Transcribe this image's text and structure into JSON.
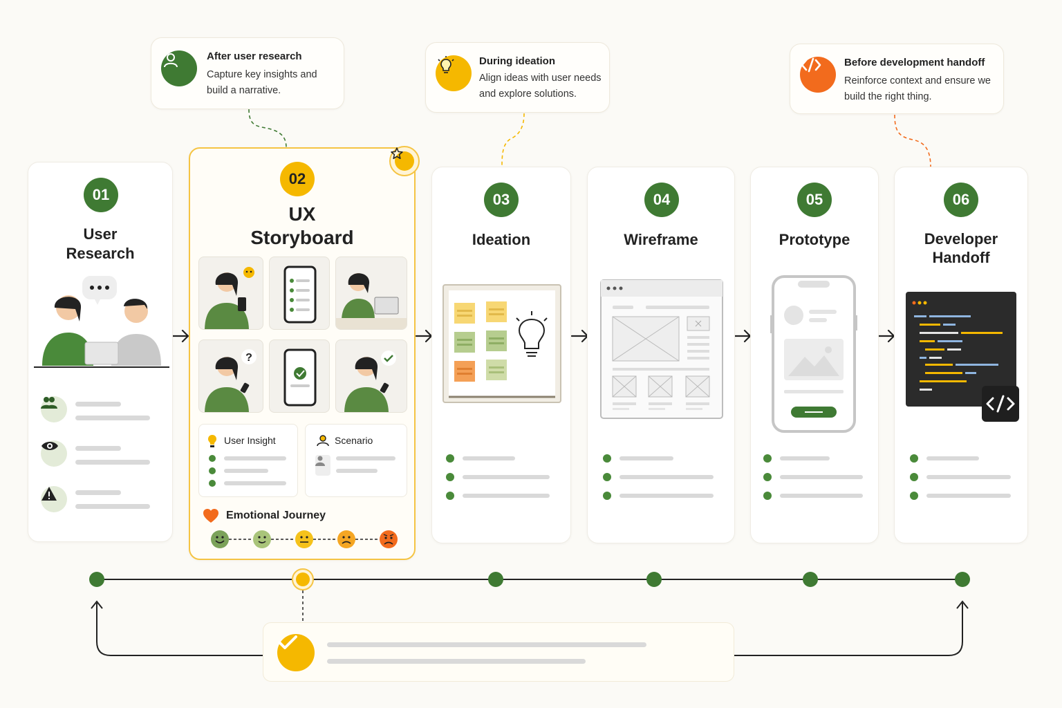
{
  "callouts": [
    {
      "title": "After user research",
      "body": "Capture key insights and build a narrative.",
      "icon": "user-icon",
      "color": "#3f7a33"
    },
    {
      "title": "During ideation",
      "body": "Align ideas with user needs and explore solutions.",
      "icon": "lightbulb-icon",
      "color": "#f5b800"
    },
    {
      "title": "Before development handoff",
      "body": "Reinforce context and ensure we build the right thing.",
      "icon": "code-icon",
      "color": "#f26b1d"
    }
  ],
  "stages": [
    {
      "number": "01",
      "title": "User Research"
    },
    {
      "number": "02",
      "title": "UX Storyboard"
    },
    {
      "number": "03",
      "title": "Ideation"
    },
    {
      "number": "04",
      "title": "Wireframe"
    },
    {
      "number": "05",
      "title": "Prototype"
    },
    {
      "number": "06",
      "title": "Developer Handoff"
    }
  ],
  "storyboard": {
    "user_insight_label": "User Insight",
    "scenario_label": "Scenario",
    "emotional_journey_label": "Emotional Journey",
    "question_mark": "?"
  },
  "colors": {
    "green": "#3f7a33",
    "yellow": "#f5b800",
    "orange": "#f26b1d",
    "dark": "#2b2b2b"
  }
}
